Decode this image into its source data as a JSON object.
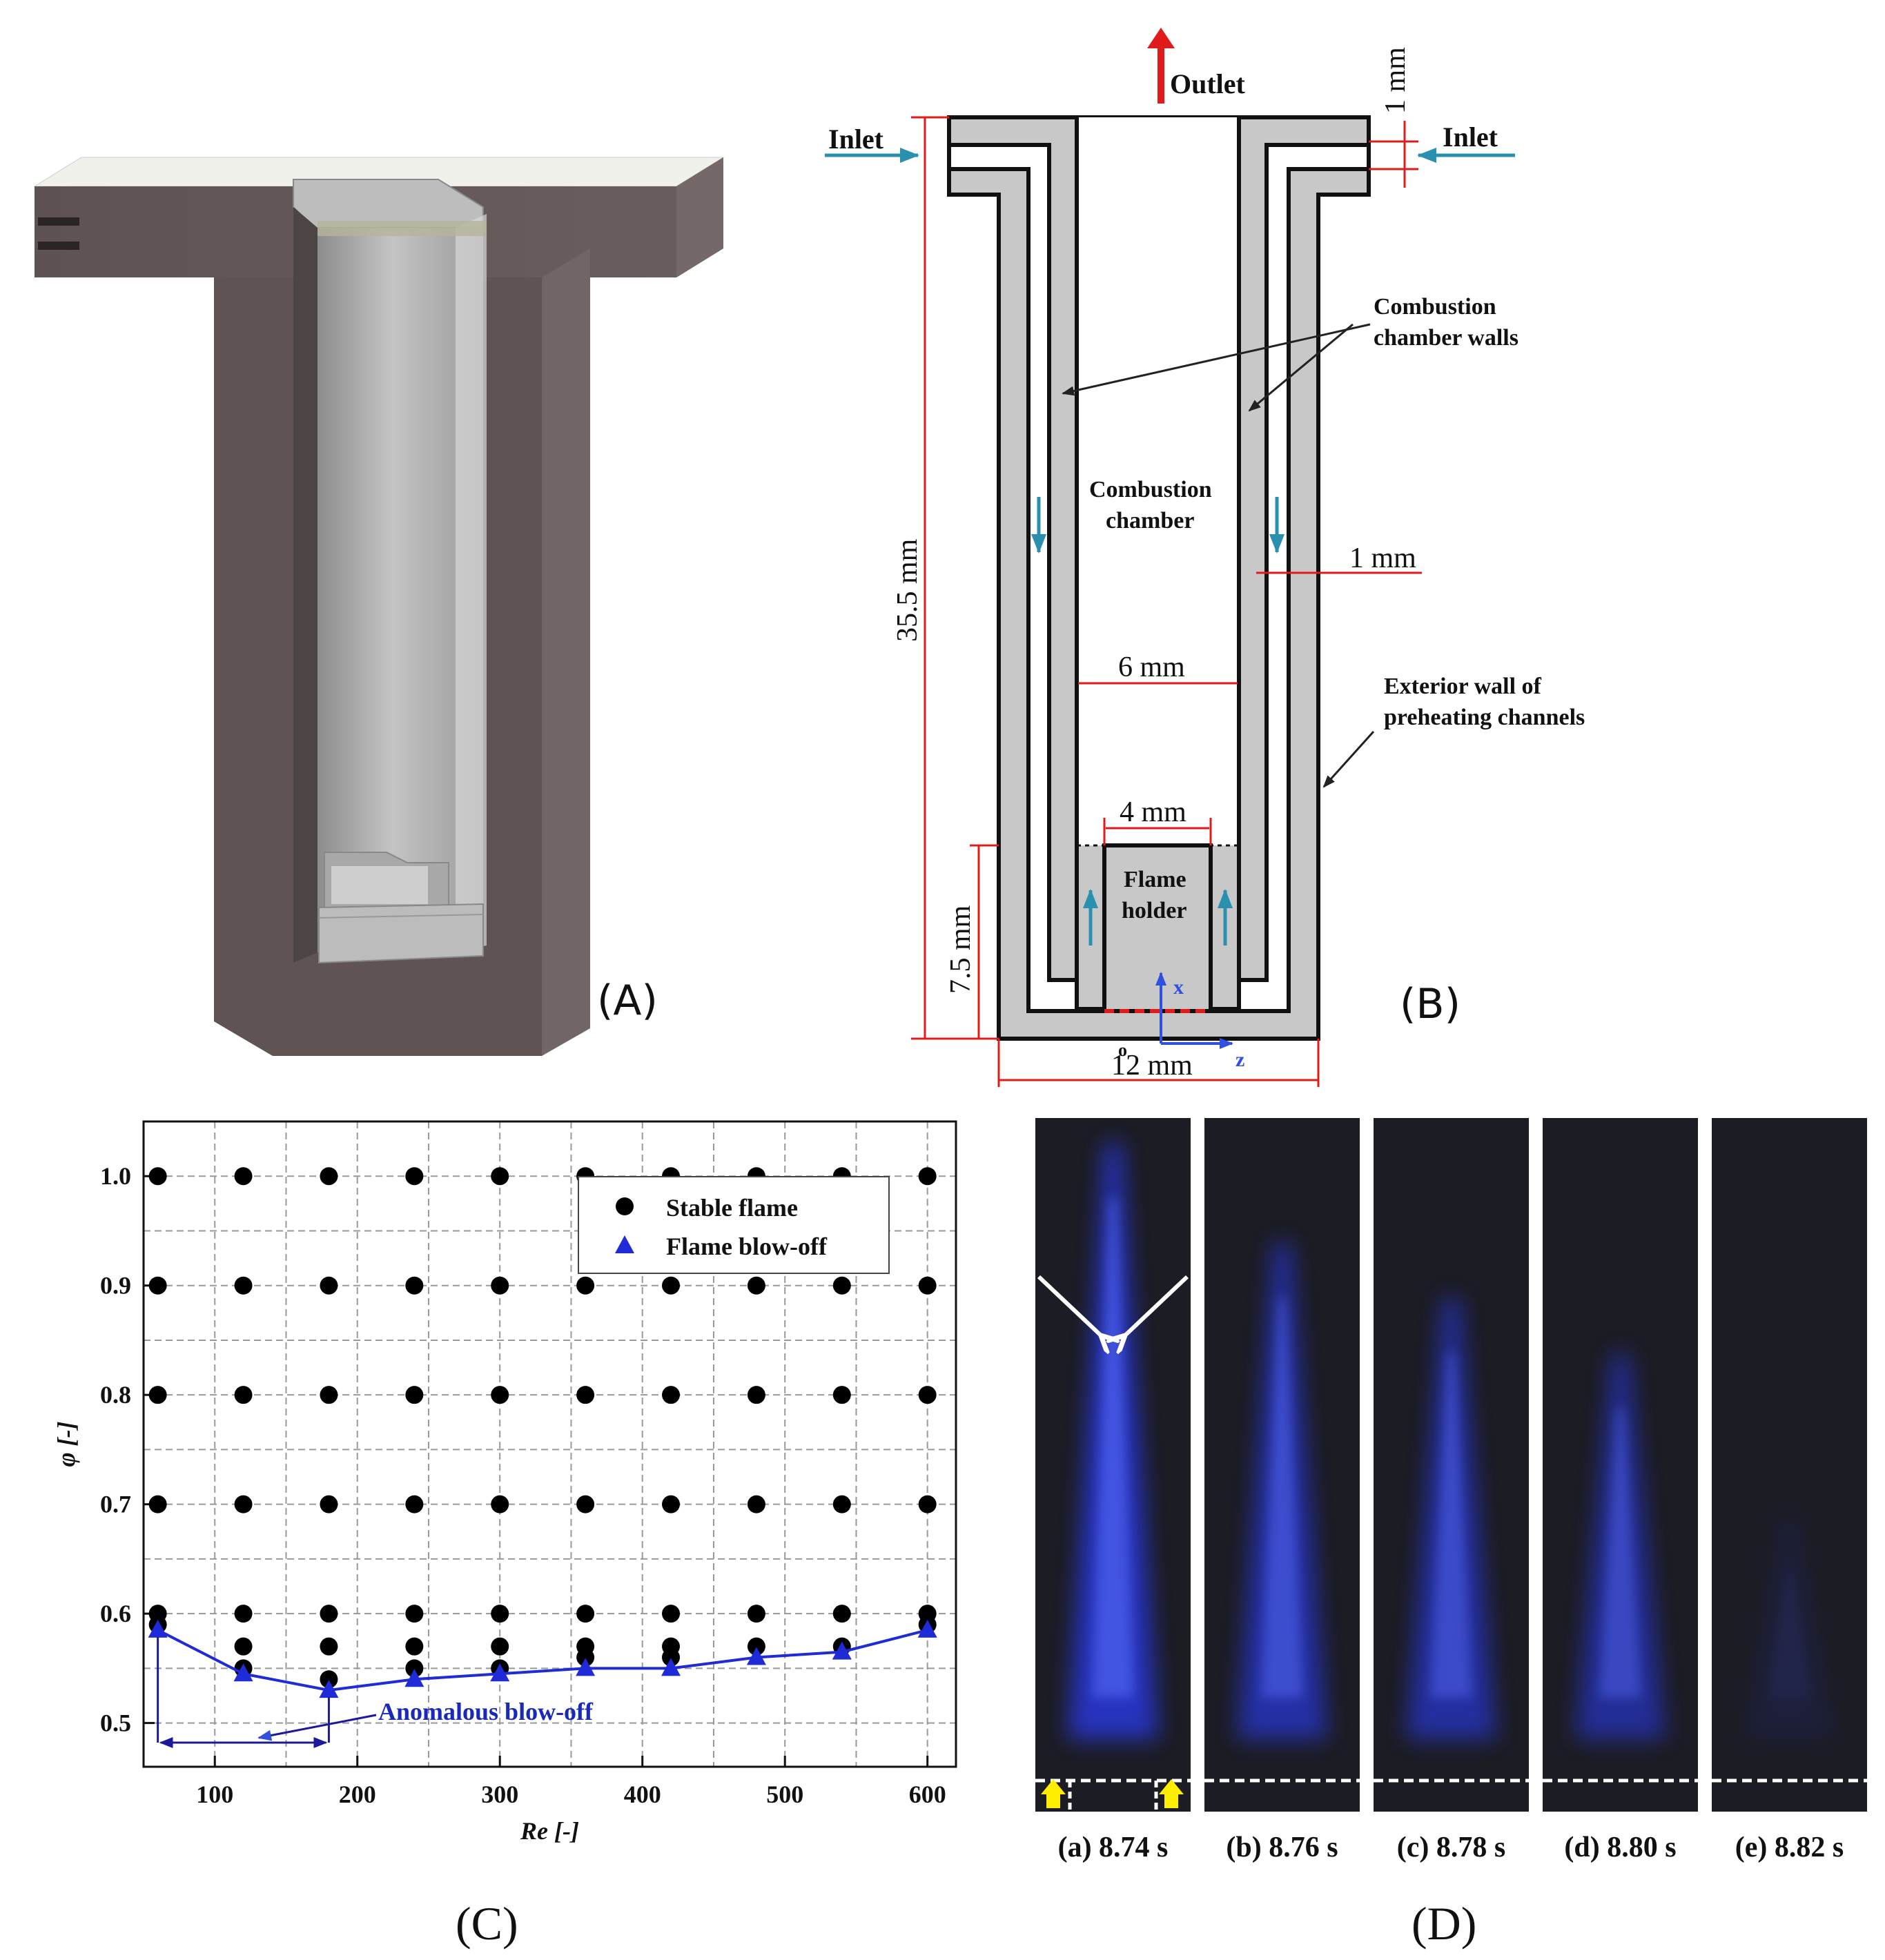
{
  "panels": {
    "A": {
      "letter": "(A)"
    },
    "B": {
      "letter": "(B)",
      "labels": {
        "outlet": "Outlet",
        "inlet_left": "Inlet",
        "inlet_right": "Inlet",
        "dim_1mm_top": "1 mm",
        "dim_1mm_side": "1 mm",
        "dim_height": "35.5 mm",
        "dim_6mm": "6 mm",
        "dim_4mm": "4 mm",
        "dim_7_5mm": "7.5 mm",
        "dim_12mm": "12 mm",
        "walls_line1": "Combustion",
        "walls_line2": "chamber walls",
        "chamber_line1": "Combustion",
        "chamber_line2": "chamber",
        "exterior_line1": "Exterior wall of",
        "exterior_line2": "preheating channels",
        "holder_line1": "Flame",
        "holder_line2": "holder",
        "axis_x": "x",
        "axis_z": "z",
        "axis_o": "o"
      }
    },
    "C": {
      "letter": "(C)"
    },
    "D": {
      "letter": "(D)",
      "frames": [
        {
          "caption": "(a) 8.74 s",
          "intensity": 1.0,
          "top": 0.02
        },
        {
          "caption": "(b) 8.76 s",
          "intensity": 0.85,
          "top": 0.2
        },
        {
          "caption": "(c) 8.78 s",
          "intensity": 0.8,
          "top": 0.3
        },
        {
          "caption": "(d) 8.80 s",
          "intensity": 0.75,
          "top": 0.4
        },
        {
          "caption": "(e) 8.82 s",
          "intensity": 0.15,
          "top": 0.7
        }
      ]
    }
  },
  "chart_data": {
    "type": "scatter",
    "xlabel": "Re [-]",
    "ylabel": "φ [-]",
    "xlim": [
      50,
      620
    ],
    "ylim": [
      0.46,
      1.05
    ],
    "xticks": [
      100,
      200,
      300,
      400,
      500,
      600
    ],
    "yticks": [
      0.5,
      0.6,
      0.7,
      0.8,
      0.9,
      1.0
    ],
    "grid": true,
    "legend_position": "upper-right",
    "annotation": "Anomalous blow-off",
    "series": [
      {
        "name": "Stable flame",
        "marker": "circle",
        "color": "#000000",
        "points": [
          [
            60,
            1.0
          ],
          [
            60,
            0.9
          ],
          [
            60,
            0.8
          ],
          [
            60,
            0.7
          ],
          [
            60,
            0.6
          ],
          [
            60,
            0.59
          ],
          [
            120,
            1.0
          ],
          [
            120,
            0.9
          ],
          [
            120,
            0.8
          ],
          [
            120,
            0.7
          ],
          [
            120,
            0.6
          ],
          [
            120,
            0.57
          ],
          [
            120,
            0.55
          ],
          [
            180,
            1.0
          ],
          [
            180,
            0.9
          ],
          [
            180,
            0.8
          ],
          [
            180,
            0.7
          ],
          [
            180,
            0.6
          ],
          [
            180,
            0.57
          ],
          [
            180,
            0.54
          ],
          [
            240,
            1.0
          ],
          [
            240,
            0.9
          ],
          [
            240,
            0.8
          ],
          [
            240,
            0.7
          ],
          [
            240,
            0.6
          ],
          [
            240,
            0.57
          ],
          [
            240,
            0.55
          ],
          [
            300,
            1.0
          ],
          [
            300,
            0.9
          ],
          [
            300,
            0.8
          ],
          [
            300,
            0.7
          ],
          [
            300,
            0.6
          ],
          [
            300,
            0.57
          ],
          [
            300,
            0.55
          ],
          [
            360,
            1.0
          ],
          [
            360,
            0.9
          ],
          [
            360,
            0.8
          ],
          [
            360,
            0.7
          ],
          [
            360,
            0.6
          ],
          [
            360,
            0.57
          ],
          [
            360,
            0.56
          ],
          [
            420,
            1.0
          ],
          [
            420,
            0.9
          ],
          [
            420,
            0.8
          ],
          [
            420,
            0.7
          ],
          [
            420,
            0.6
          ],
          [
            420,
            0.57
          ],
          [
            420,
            0.56
          ],
          [
            480,
            1.0
          ],
          [
            480,
            0.9
          ],
          [
            480,
            0.8
          ],
          [
            480,
            0.7
          ],
          [
            480,
            0.6
          ],
          [
            480,
            0.57
          ],
          [
            540,
            1.0
          ],
          [
            540,
            0.9
          ],
          [
            540,
            0.8
          ],
          [
            540,
            0.7
          ],
          [
            540,
            0.6
          ],
          [
            540,
            0.57
          ],
          [
            600,
            1.0
          ],
          [
            600,
            0.9
          ],
          [
            600,
            0.8
          ],
          [
            600,
            0.7
          ],
          [
            600,
            0.6
          ],
          [
            600,
            0.59
          ]
        ]
      },
      {
        "name": "Flame blow-off",
        "marker": "triangle",
        "color": "#1f2bd6",
        "line": true,
        "points": [
          [
            60,
            0.585
          ],
          [
            120,
            0.545
          ],
          [
            180,
            0.53
          ],
          [
            240,
            0.54
          ],
          [
            300,
            0.545
          ],
          [
            360,
            0.55
          ],
          [
            420,
            0.55
          ],
          [
            480,
            0.56
          ],
          [
            540,
            0.565
          ],
          [
            600,
            0.585
          ]
        ]
      }
    ]
  }
}
